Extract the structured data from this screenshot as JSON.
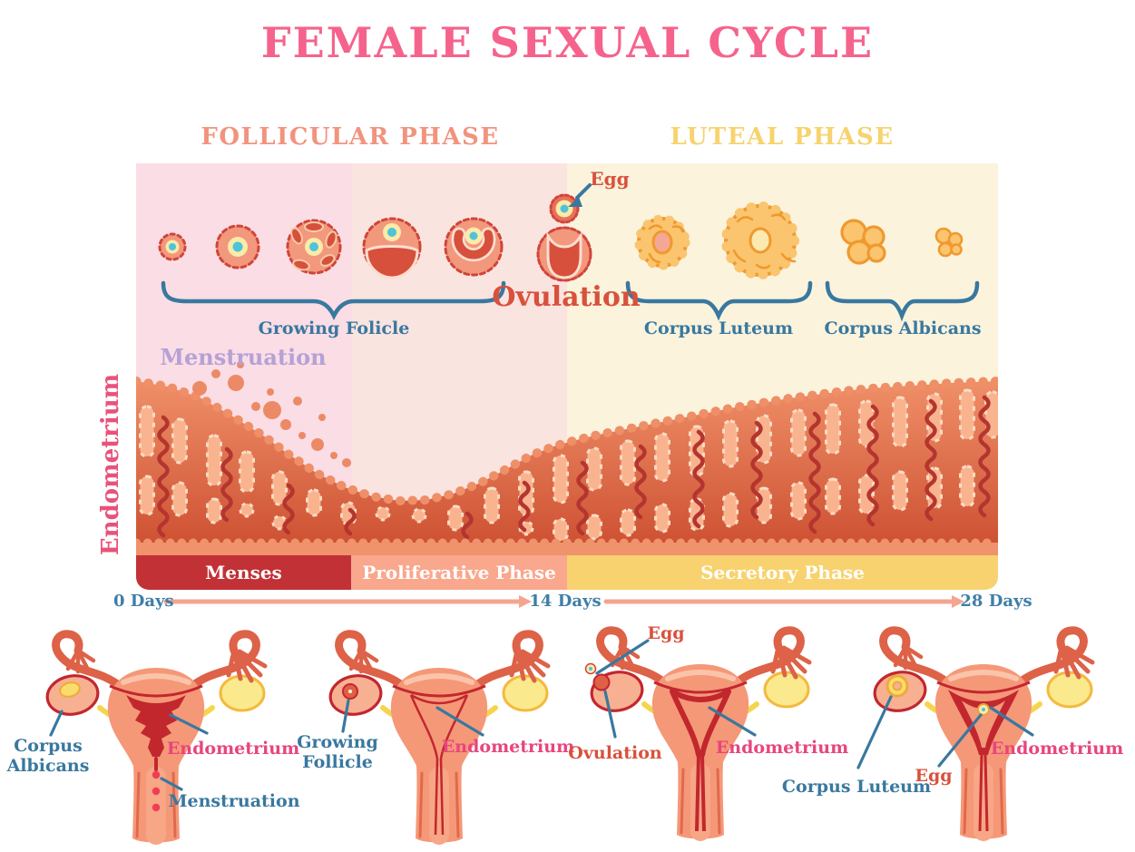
{
  "title": "FEMALE SEXUAL CYCLE",
  "phase_headers": {
    "follicular": "FOLLICULAR PHASE",
    "luteal": "LUTEAL PHASE"
  },
  "chart": {
    "egg_label": "Egg",
    "ovulation_label": "Ovulation",
    "growing_follicle_label": "Growing Folicle",
    "corpus_luteum_label": "Corpus Luteum",
    "corpus_albicans_label": "Corpus Albicans",
    "menstruation_label": "Menstruation",
    "endometrium_axis_label": "Endometrium",
    "phase_bars": [
      {
        "label": "Menses",
        "color": "#C23135"
      },
      {
        "label": "Proliferative Phase",
        "color": "#F9A78D"
      },
      {
        "label": "Secretory Phase",
        "color": "#F8D26E"
      }
    ],
    "timeline": [
      {
        "label": "0 Days"
      },
      {
        "label": "14 Days"
      },
      {
        "label": "28 Days"
      }
    ]
  },
  "uterus_diagrams": [
    {
      "name": "menstruation-uterus",
      "labels": [
        {
          "text": "Corpus Albicans"
        },
        {
          "text": "Endometrium"
        },
        {
          "text": "Menstruation"
        }
      ]
    },
    {
      "name": "follicular-uterus",
      "labels": [
        {
          "text": "Growing Follicle"
        },
        {
          "text": "Endometrium"
        }
      ]
    },
    {
      "name": "ovulation-uterus",
      "labels": [
        {
          "text": "Egg"
        },
        {
          "text": "Ovulation"
        },
        {
          "text": "Endometrium"
        }
      ]
    },
    {
      "name": "luteal-uterus",
      "labels": [
        {
          "text": "Corpus Luteum"
        },
        {
          "text": "Egg"
        },
        {
          "text": "Endometrium"
        }
      ]
    }
  ],
  "colors": {
    "title_pink": "#F5638C",
    "follicular_header": "#F2937D",
    "luteal_header": "#F7D36E",
    "panel_menses": "#FBDDE5",
    "panel_proliferative": "#FAE4E0",
    "panel_luteal": "#FBF3DC",
    "teal_label": "#39789F",
    "red_label": "#D8513C",
    "purple_label": "#B5A1D6",
    "endometrium_pink": "#E8537A",
    "menses_bar": "#C23135",
    "proliferative_bar": "#F9A78D",
    "secretory_bar": "#F8D26E",
    "timeline_arrow": "#F5A58E",
    "tissue_top": "#EF8F68",
    "tissue_bottom": "#CE5233"
  }
}
